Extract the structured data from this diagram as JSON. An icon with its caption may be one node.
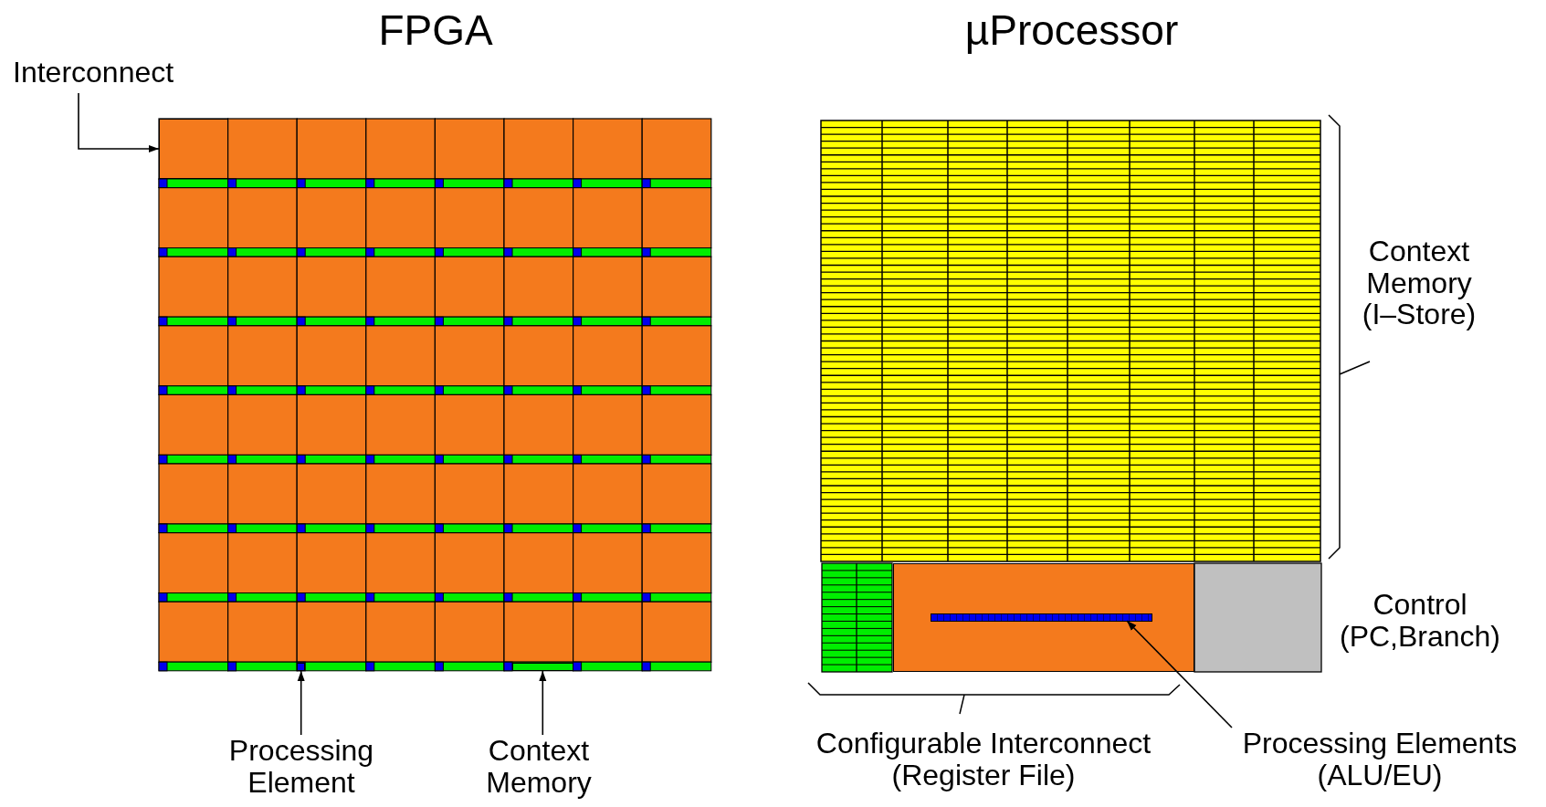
{
  "diagram": {
    "nodes": [
      {
        "text": [
          "FPGA"
        ]
      },
      {
        "text": [
          "µProcessor"
        ]
      },
      {
        "text": [
          "Interconnect"
        ]
      },
      {
        "text": [],
        "shape": "box",
        "in": 0
      },
      {
        "text": [
          "Processing Element"
        ]
      },
      {
        "text": [],
        "shape": "box",
        "in": 0
      },
      {
        "text": [
          "Context Memory"
        ]
      },
      {
        "text": [],
        "shape": "bar",
        "in": 0
      },
      {
        "text": [
          "Processing Elements (ALU/EU)"
        ]
      },
      {
        "text": [],
        "shape": "box"
      },
      {
        "text": [],
        "shape": "bar",
        "in": 9
      }
    ],
    "edges": [
      {
        "from": 2,
        "to": 3,
        "arrow": "to"
      },
      {
        "from": 4,
        "to": 5,
        "arrow": "to"
      },
      {
        "from": 6,
        "to": 7,
        "arrow": "to"
      },
      {
        "from": 8,
        "to": 10,
        "arrow": "to"
      }
    ],
    "labels": [
      "Context Memory (I–Store)",
      "Control (PC,Branch)",
      "Configurable Interconnect (Register File)"
    ]
  }
}
